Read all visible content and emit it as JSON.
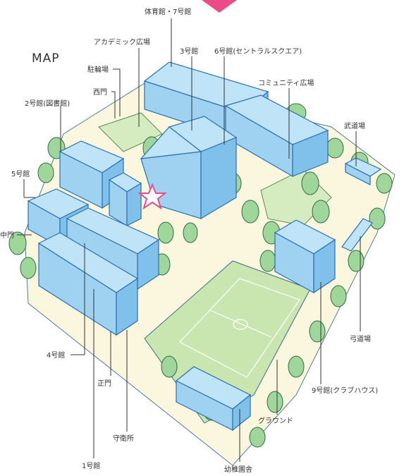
{
  "map": {
    "title": "MAP",
    "colors": {
      "building": "#bfe3f7",
      "building_shade": "#7fc1ea",
      "outline": "#2a6fb0",
      "tree": "#9fd69a",
      "grass": "#d4ecc0",
      "path": "#fbf7df",
      "star": "#e94c86"
    },
    "marker": {
      "icon": "star-icon"
    },
    "labels": {
      "gym": "体育館・7号館",
      "academic_plaza": "アカデミック広場",
      "bldg3": "3号館",
      "bldg6": "6号館(セントラルスクエア)",
      "parking": "駐輪場",
      "west_gate": "西門",
      "community_plaza": "コミュニティ広場",
      "bldg2": "2号館(図書館)",
      "budo": "武道場",
      "bldg5": "5号館",
      "middle_gate": "中門",
      "kyudo": "弓道場",
      "bldg4": "4号館",
      "main_gate": "正門",
      "bldg9": "9号館(クラブハウス)",
      "ground": "グラウンド",
      "guard": "守衛所",
      "bldg1": "1号館",
      "kindergarten": "幼稚園舎"
    }
  }
}
